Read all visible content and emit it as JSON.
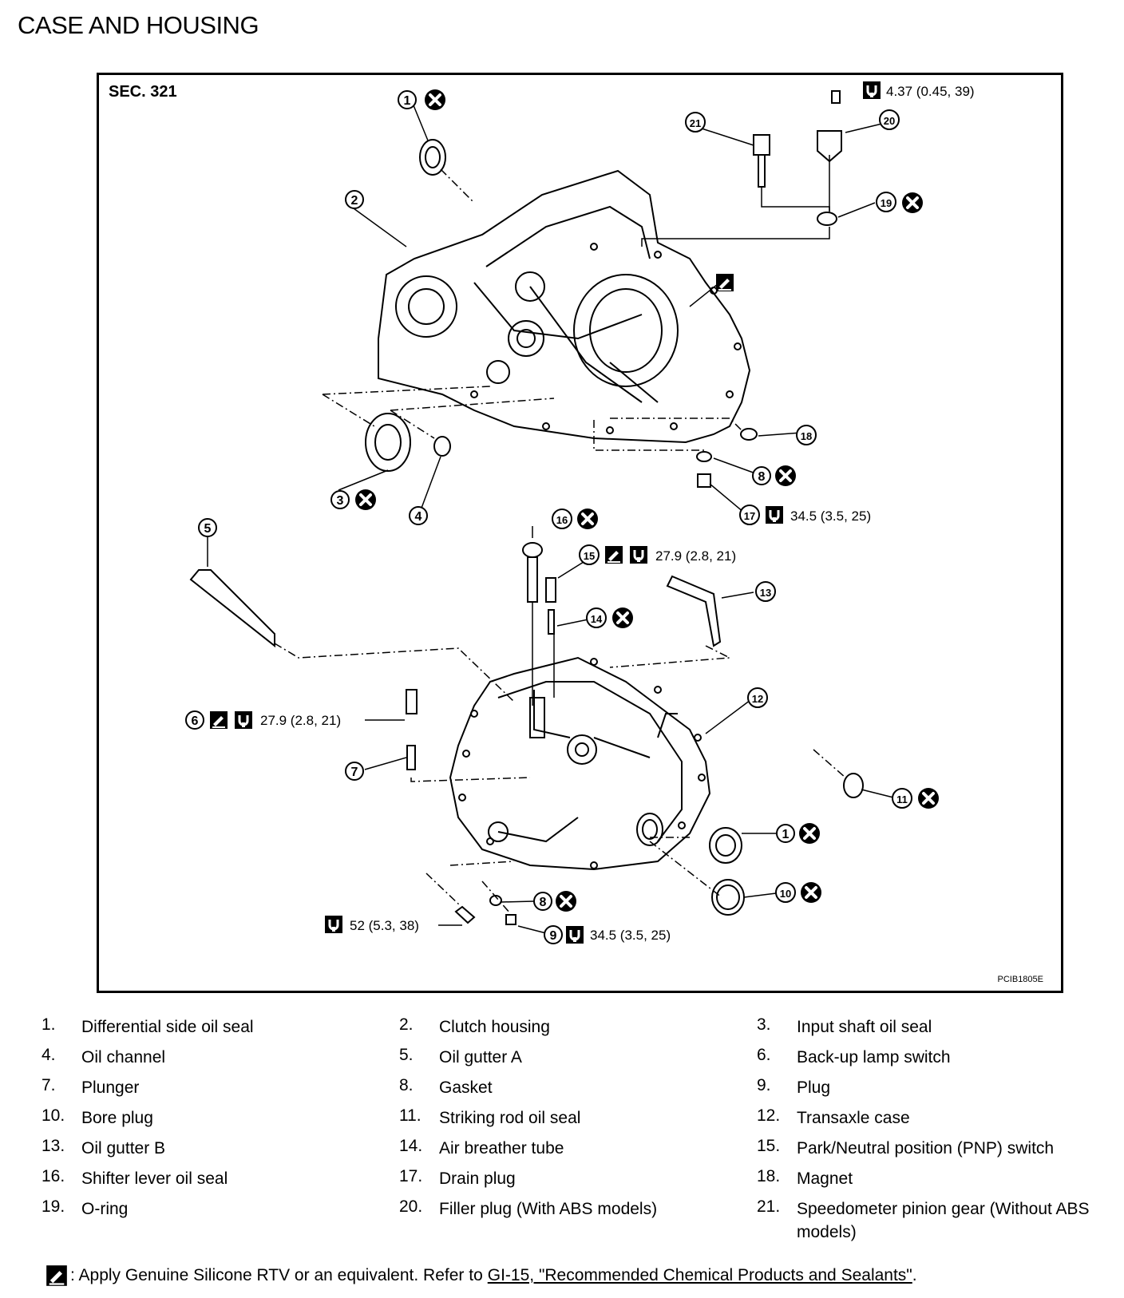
{
  "title": "CASE AND HOUSING",
  "figure": {
    "section": "SEC. 321",
    "code": "PCIB1805E",
    "callouts": [
      "1",
      "2",
      "3",
      "4",
      "5",
      "6",
      "7",
      "8",
      "9",
      "10",
      "11",
      "12",
      "13",
      "14",
      "15",
      "16",
      "17",
      "18",
      "19",
      "20",
      "21"
    ],
    "torques": {
      "t20": "4.37 (0.45, 39)",
      "t17": "34.5 (3.5, 25)",
      "t15": "27.9 (2.8, 21)",
      "t6": "27.9 (2.8, 21)",
      "t9": "34.5 (3.5, 25)",
      "tbolt": "52 (5.3, 38)"
    }
  },
  "legend": [
    [
      {
        "n": "1.",
        "t": "Differential side oil seal"
      },
      {
        "n": "2.",
        "t": "Clutch housing"
      },
      {
        "n": "3.",
        "t": "Input shaft oil seal"
      }
    ],
    [
      {
        "n": "4.",
        "t": "Oil channel"
      },
      {
        "n": "5.",
        "t": "Oil gutter A"
      },
      {
        "n": "6.",
        "t": "Back-up lamp switch"
      }
    ],
    [
      {
        "n": "7.",
        "t": "Plunger"
      },
      {
        "n": "8.",
        "t": "Gasket"
      },
      {
        "n": "9.",
        "t": "Plug"
      }
    ],
    [
      {
        "n": "10.",
        "t": "Bore plug"
      },
      {
        "n": "11.",
        "t": "Striking rod oil seal"
      },
      {
        "n": "12.",
        "t": "Transaxle case"
      }
    ],
    [
      {
        "n": "13.",
        "t": "Oil gutter B"
      },
      {
        "n": "14.",
        "t": "Air breather tube"
      },
      {
        "n": "15.",
        "t": "Park/Neutral position (PNP) switch"
      }
    ],
    [
      {
        "n": "16.",
        "t": "Shifter lever oil seal"
      },
      {
        "n": "17.",
        "t": "Drain plug"
      },
      {
        "n": "18.",
        "t": "Magnet"
      }
    ],
    [
      {
        "n": "19.",
        "t": "O-ring"
      },
      {
        "n": "20.",
        "t": "Filler plug (With ABS models)"
      },
      {
        "n": "21.",
        "t": "Speedometer pinion gear (Without ABS models)"
      }
    ]
  ],
  "footnote": {
    "text": ": Apply Genuine Silicone RTV or an equivalent. Refer to",
    "link": "GI-15, \"Recommended Chemical Products and Sealants\"",
    "end": "."
  }
}
